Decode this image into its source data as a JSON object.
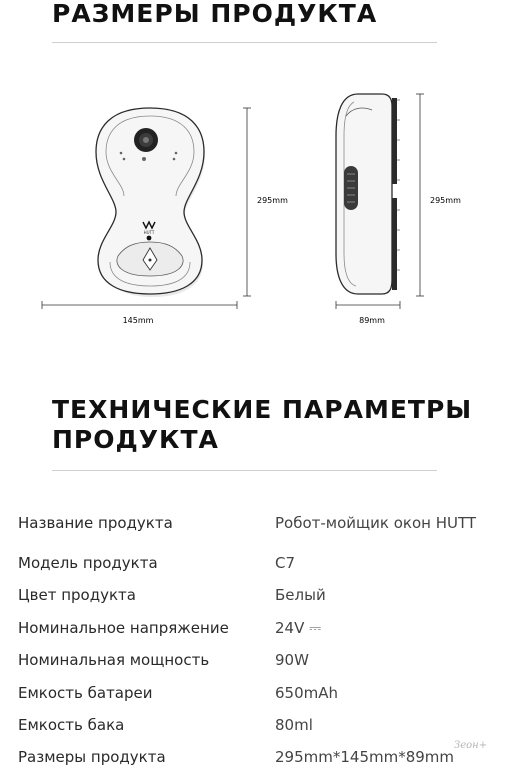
{
  "section1": {
    "title": "РАЗМЕРЫ ПРОДУКТА"
  },
  "diagram": {
    "front_height": "295mm",
    "front_width": "145mm",
    "side_height": "295mm",
    "side_width": "89mm",
    "logo_text": "HUTT"
  },
  "section2": {
    "title_line1": "ТЕХНИЧЕСКИЕ ПАРАМЕТРЫ",
    "title_line2": "ПРОДУКТА"
  },
  "specs": [
    {
      "label": "Название продукта",
      "value": "Робот-мойщик окон HUTT"
    },
    {
      "label": "Модель продукта",
      "value": "C7"
    },
    {
      "label": "Цвет продукта",
      "value": "Белый"
    },
    {
      "label": "Номинальное напряжение",
      "value": "24V ⎓"
    },
    {
      "label": "Номинальная мощность",
      "value": "90W"
    },
    {
      "label": "Емкость батареи",
      "value": "650mAh"
    },
    {
      "label": "Емкость бака",
      "value": "80ml"
    },
    {
      "label": "Размеры продукта",
      "value": "295mm*145mm*89mm"
    }
  ],
  "watermark": "Зеон+"
}
